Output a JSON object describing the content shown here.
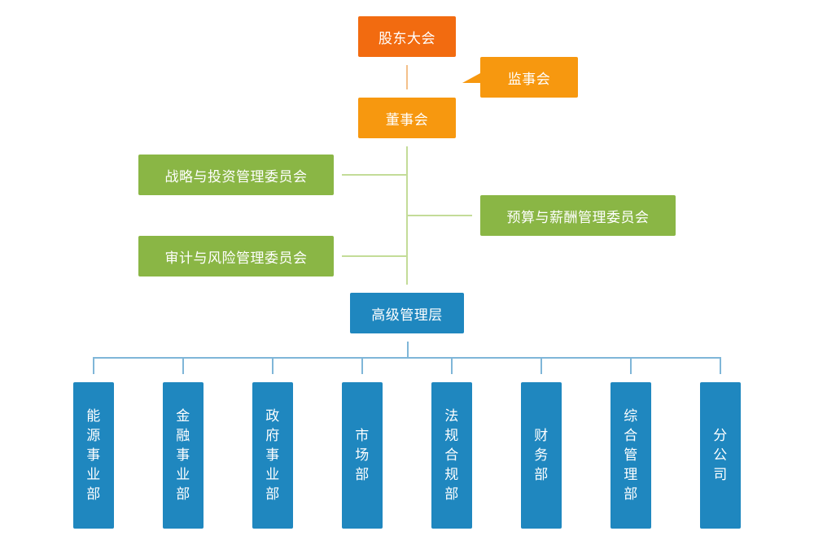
{
  "top": {
    "shareholders": "股东大会",
    "supervisors": "监事会",
    "board": "董事会"
  },
  "committees": {
    "strategy": "战略与投资管理委员会",
    "budget": "预算与薪酬管理委员会",
    "audit": "审计与风险管理委员会"
  },
  "management": "高级管理层",
  "departments": [
    "能源事业部",
    "金融事业部",
    "政府事业部",
    "市场部",
    "法规合规部",
    "财务部",
    "综合管理部",
    "分公司"
  ],
  "colors": {
    "shareholders": "#f26b10",
    "orange": "#f7980f",
    "green": "#8ab645",
    "blue": "#1f87bf"
  }
}
